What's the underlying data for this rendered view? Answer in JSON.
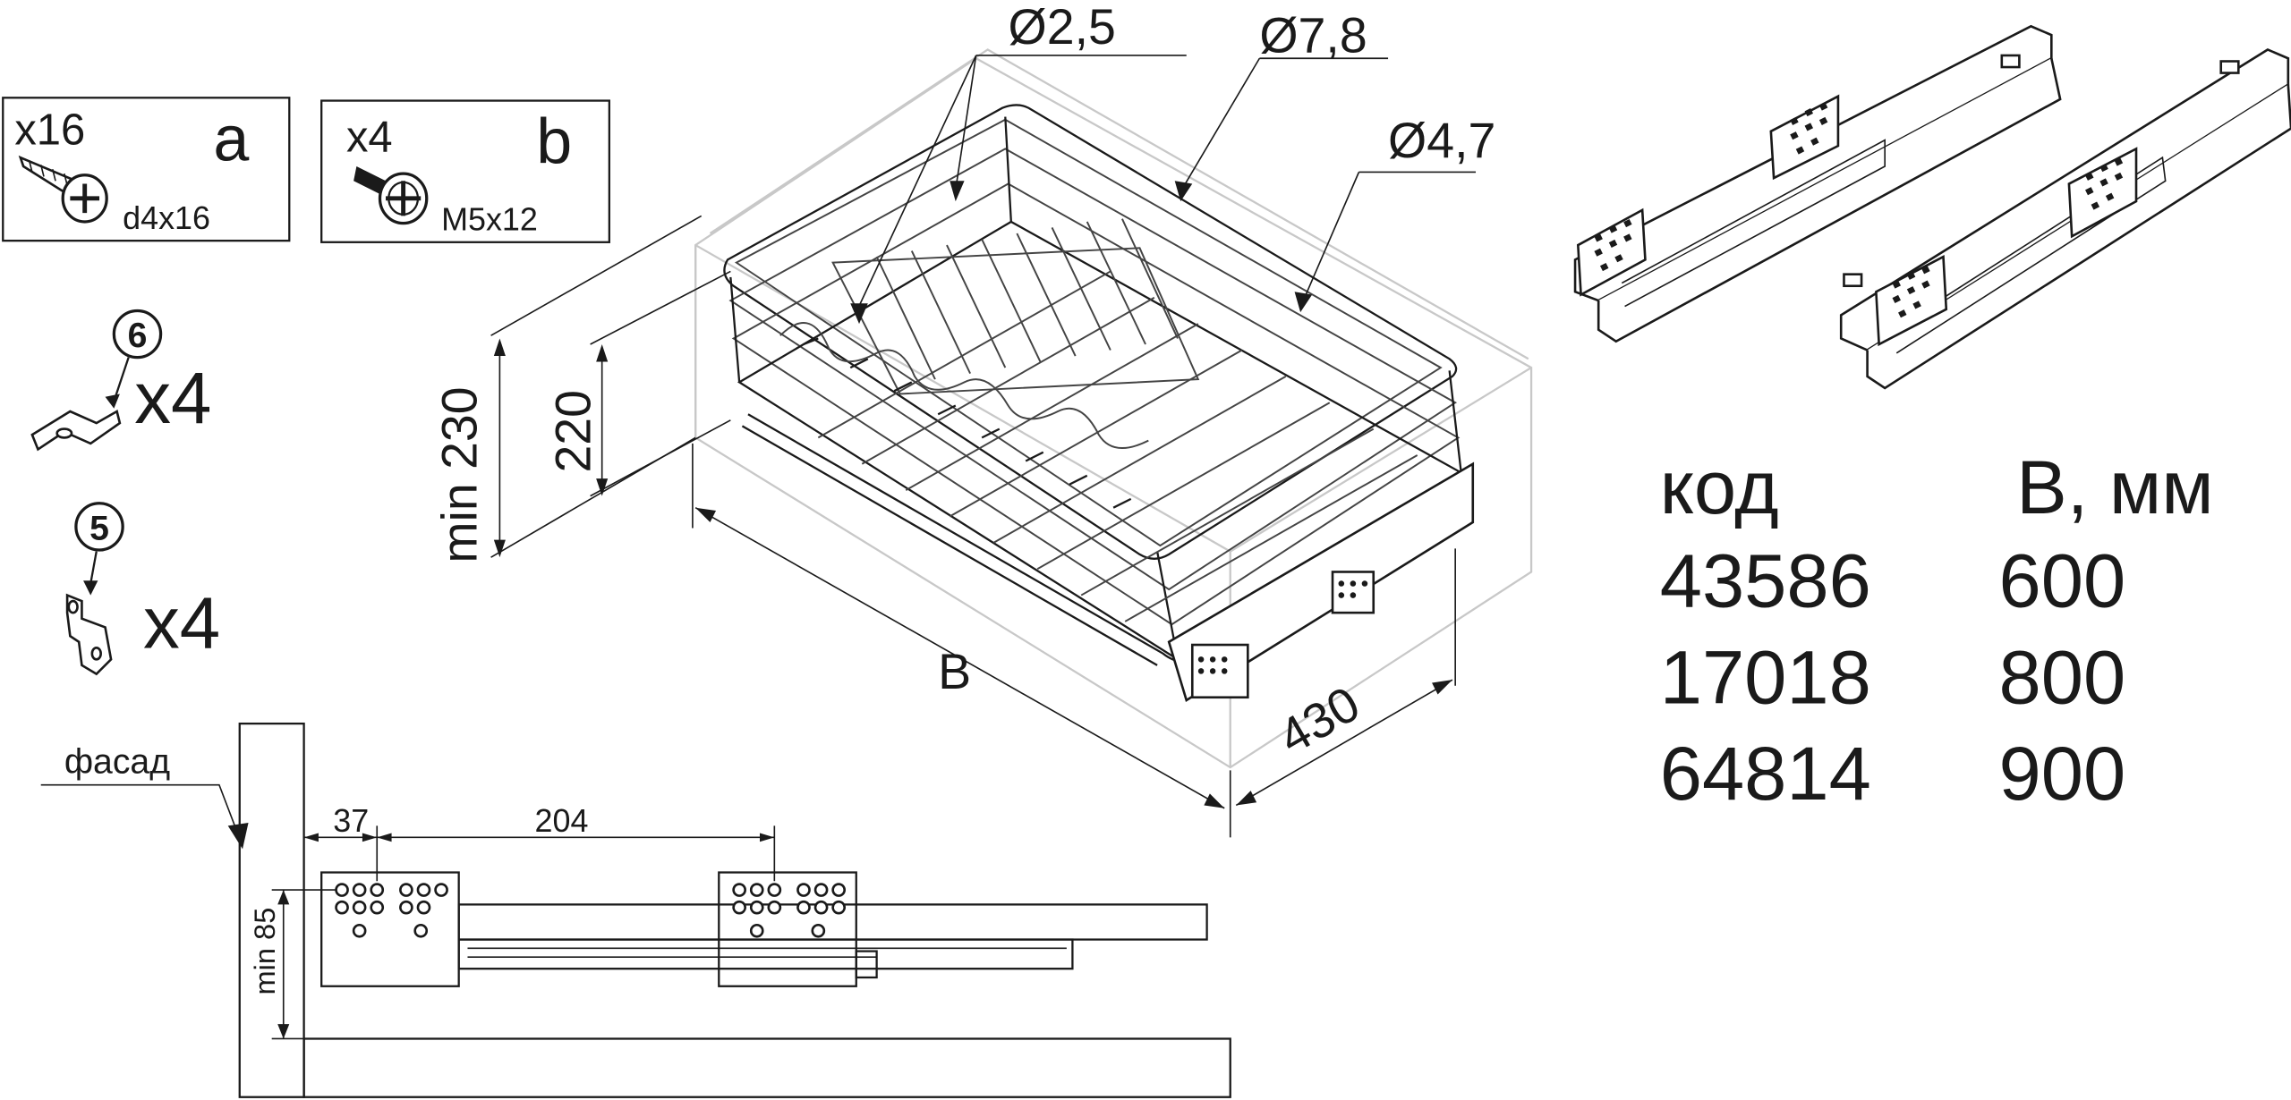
{
  "hardware": {
    "screw_a": {
      "qty": "x16",
      "letter": "a",
      "size": "d4x16"
    },
    "screw_b": {
      "qty": "x4",
      "letter": "b",
      "size": "M5x12"
    },
    "clip_6": {
      "num": "6",
      "qty": "x4"
    },
    "clip_5": {
      "num": "5",
      "qty": "x4"
    }
  },
  "basket": {
    "dia_1": "Ø2,5",
    "dia_2": "Ø7,8",
    "dia_3": "Ø4,7",
    "height_min": "min 230",
    "height": "220",
    "width": "B",
    "depth": "430"
  },
  "rail": {
    "facade": "фасад",
    "dim_1": "37",
    "dim_2": "204",
    "min_height": "min 85"
  },
  "table": {
    "headers": [
      "код",
      "B, мм"
    ],
    "rows": [
      [
        "43586",
        "600"
      ],
      [
        "17018",
        "800"
      ],
      [
        "64814",
        "900"
      ]
    ]
  }
}
